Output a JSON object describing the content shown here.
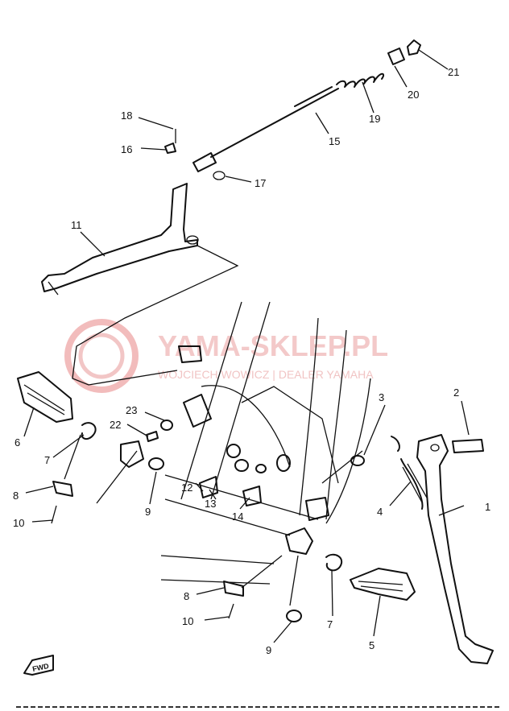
{
  "watermark": {
    "title": "YAMA-SKLEP.PL",
    "subtitle": "WOJCIECH WOWICZ | DEALER YAMAHA",
    "color": "#e88a8a"
  },
  "fwd_badge": "FWD",
  "callouts": {
    "c1": "1",
    "c2": "2",
    "c3": "3",
    "c4": "4",
    "c5": "5",
    "c6": "6",
    "c7a": "7",
    "c7b": "7",
    "c8a": "8",
    "c8b": "8",
    "c9a": "9",
    "c9b": "9",
    "c10a": "10",
    "c10b": "10",
    "c11": "11",
    "c12": "12",
    "c13": "13",
    "c14": "14",
    "c15": "15",
    "c16": "16",
    "c17": "17",
    "c18": "18",
    "c19": "19",
    "c20": "20",
    "c21": "21",
    "c22": "22",
    "c23": "23"
  }
}
